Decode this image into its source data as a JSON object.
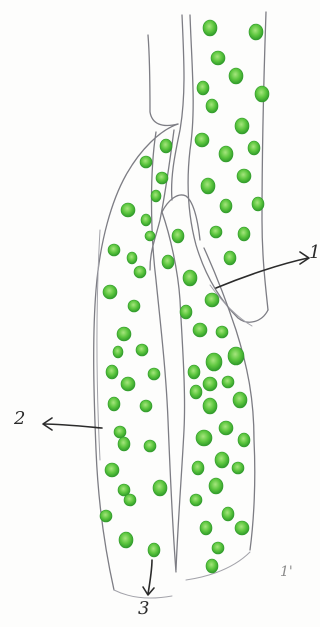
{
  "diagram": {
    "labels": {
      "label_1": "1",
      "label_2": "2",
      "label_3": "3",
      "corner_mark": "1'"
    },
    "colors": {
      "chloroplast_fill": "#5cc63e",
      "chloroplast_dark": "#2f9a2a",
      "chloroplast_light": "#9fe07a",
      "outline": "#7d7d84",
      "arrow": "#2b2b2b",
      "paper": "#fdfdfc"
    }
  }
}
